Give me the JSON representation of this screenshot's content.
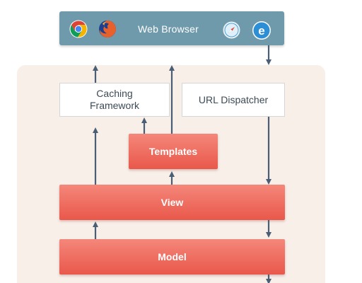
{
  "browser": {
    "label": "Web Browser",
    "icons": [
      "chrome-icon",
      "firefox-icon",
      "safari-icon",
      "internet-explorer-icon"
    ]
  },
  "nodes": {
    "caching_framework": "Caching\nFramework",
    "url_dispatcher": "URL Dispatcher",
    "templates": "Templates",
    "view": "View",
    "model": "Model"
  },
  "colors": {
    "browser_bar": "#6f9aab",
    "panel_background": "#f8efe9",
    "accent_red": "#ec6457",
    "arrow": "#4a5e75"
  }
}
